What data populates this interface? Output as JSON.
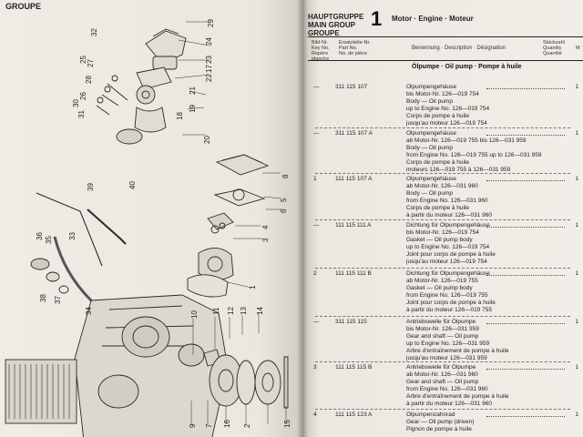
{
  "left_page": {
    "group_label": "GROUPE",
    "callouts": [
      "29",
      "24",
      "23",
      "22",
      "21",
      "17",
      "19",
      "18",
      "20",
      "28",
      "25",
      "27",
      "32",
      "26",
      "30",
      "31",
      "40",
      "39",
      "33",
      "34",
      "35",
      "36",
      "38",
      "37",
      "9",
      "8",
      "5",
      "6",
      "3",
      "4",
      "1",
      "7",
      "10",
      "11",
      "12",
      "13",
      "14",
      "15",
      "16",
      "2"
    ]
  },
  "right_page": {
    "group_header": [
      "HAUPTGRUPPE",
      "MAIN GROUP",
      "GROUPE"
    ],
    "group_number": "1",
    "group_title": "Motor · Engine · Moteur",
    "columns": {
      "ill": [
        "Bild-Nr.",
        "Key No.",
        "Repère",
        "planche"
      ],
      "part": [
        "Ersatzteile-Nr.",
        "Part No.",
        "No. de pièce"
      ],
      "desc": "Benennung · Description · Désignation",
      "qty": [
        "Stückzahl",
        "Quantity",
        "Quantité"
      ],
      "extra": "M"
    },
    "section_title": "Ölpumpe · Oil pump · Pompe à huile",
    "entries": [
      {
        "ill": "—",
        "part": "311 115 107",
        "qty": "1",
        "lines": [
          "Ölpumpengehäuse",
          "bis Motor-Nr. 126—019 754",
          "Body — Oil pump",
          "up to Engine No. 126—019 754",
          "Corps de pompe à huile",
          "jusqu'au moteur 126—019 754"
        ]
      },
      {
        "ill": "—",
        "part": "311 115 107 A",
        "qty": "1",
        "lines": [
          "Ölpumpengehäuse",
          "ab Motor-Nr. 126—019 755 bis 126—031 959",
          "Body — Oil pump",
          "from Engine No. 126—019 755 up to 126—031 959",
          "Corps de pompe à huile",
          "moteurs 126—019 755 à 126—031 959"
        ]
      },
      {
        "ill": "1",
        "part": "111 115 107 A",
        "qty": "1",
        "lines": [
          "Ölpumpengehäuse",
          "ab Motor-Nr. 126—031 960",
          "Body — Oil pump",
          "from Engine No. 126—031 960",
          "Corps de pompe à huile",
          "à partir du moteur 126—031 960"
        ]
      },
      {
        "ill": "—",
        "part": "111 115 111 A",
        "qty": "1",
        "lines": [
          "Dichtung für Ölpumpengehäuse",
          "bis Motor-Nr. 126—019 754",
          "Gasket — Oil pump body",
          "up to Engine No. 126—019 754",
          "Joint pour corps de pompe à huile",
          "jusqu'au moteur 126—019 754"
        ]
      },
      {
        "ill": "2",
        "part": "111 115 111 B",
        "qty": "1",
        "lines": [
          "Dichtung für Ölpumpengehäuse",
          "ab Motor-Nr. 126—019 755",
          "Gasket — Oil pump body",
          "from Engine No. 126—019 755",
          "Joint pour corps de pompe à huile",
          "à partir du moteur 126—019 755"
        ]
      },
      {
        "ill": "—",
        "part": "311 115 115",
        "qty": "1",
        "lines": [
          "Antriebswelle für Ölpumpe",
          "bis Motor-Nr. 126—031 959",
          "Gear and shaft — Oil pump",
          "up to Engine No. 126—031 959",
          "Arbre d'entraînement de pompe à huile",
          "jusqu'au moteur 126—031 959"
        ]
      },
      {
        "ill": "3",
        "part": "111 115 115 B",
        "qty": "1",
        "lines": [
          "Antriebswelle für Ölpumpe",
          "ab Motor-Nr. 126—031 960",
          "Gear and shaft — Oil pump",
          "from Engine No. 126—031 960",
          "Arbre d'entraînement de pompe à huile",
          "à partir du moteur 126—031 960"
        ]
      },
      {
        "ill": "4",
        "part": "111 115 123 A",
        "qty": "1",
        "lines": [
          "Ölpumpenzahnrad",
          "Gear — Oil pump (driven)",
          "Pignon de pompe à huile"
        ]
      }
    ]
  }
}
